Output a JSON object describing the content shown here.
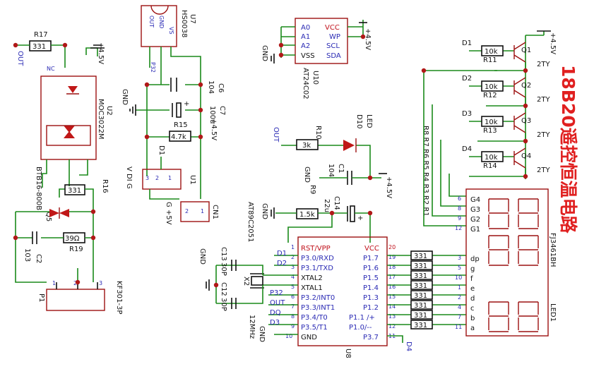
{
  "title": "18B20遥控恒温电路",
  "supply": "+4.5V",
  "gnd": "GND",
  "labels": {
    "R17": "R17",
    "R17_val": "331",
    "OUT": "OUT",
    "U2": "U2",
    "U2_part": "MOC3022M",
    "Q5": "Q5",
    "Q5_part": "BTB16-800B",
    "R16": "R16",
    "R16_val": "331",
    "R19": "R19",
    "R19_val": "39Ω",
    "C2": "C2",
    "C2_val": "103",
    "P1": "P1",
    "P1_part": "KF301-3P",
    "U7": "U7",
    "U7_part": "HS0038",
    "U7_p1": "OUT",
    "U7_p2": "GND",
    "U7_p3": "VS",
    "P32": "P32",
    "C6": "C6",
    "C6_val": "104",
    "C7": "C7",
    "C7_val": "100u",
    "R15": "R15",
    "R15_val": "4.7k",
    "U1": "U1",
    "U1_part": "V DI G",
    "D1": "D1",
    "CN1": "CN1",
    "CN1_part": "G +5V",
    "U10": "U10",
    "U10_part": "AT24C02",
    "A0": "A0",
    "A1": "A1",
    "A2": "A2",
    "VSS": "VSS",
    "VCC": "VCC",
    "WP": "WP",
    "SCL": "SCL",
    "SDA": "SDA",
    "D10": "D10",
    "LED": "LED",
    "R10": "R10",
    "R10_val": "3k",
    "C1": "C1",
    "C1_val": "104",
    "R9": "R9",
    "R9_val": "1.5k",
    "C14": "C14",
    "C14_val": "22u",
    "U8_part": "AT89C2051",
    "U8": "U8",
    "RST": "RST/VPP",
    "P30": "P3.0/RXD",
    "P31": "P3.1/TXD",
    "XTAL2": "XTAL2",
    "XTAL1": "XTAL1",
    "P32n": "P3.2/INT0",
    "P33": "P3.3/INT1",
    "P34": "P3.4/T0",
    "P35": "P3.5/T1",
    "GNDp": "GND",
    "VCCp": "VCC",
    "P17": "P1.7",
    "P16": "P1.6",
    "P15": "P1.5",
    "P14": "P1.4",
    "P13": "P1.3",
    "P12": "P1.2",
    "P11": "P1.1 /+",
    "P10": "P1.0/--",
    "P37": "P3.7",
    "D2": "D2",
    "DQ": "DQ",
    "D3": "D3",
    "D4": "D4",
    "C13": "C13",
    "C13_val": "30P",
    "C12": "C12",
    "C12_val": "30P",
    "X2": "X2",
    "X2_val": "12MHz",
    "R11": "R11",
    "R12": "R12",
    "R13": "R13",
    "R14": "R14",
    "R_val": "10k",
    "Q1": "Q1",
    "Q2": "Q2",
    "Q3": "Q3",
    "Q4": "Q4",
    "Q_part": "2TY",
    "Rnet": "R8 R7 R6 R5 R4 R3 R2 R1",
    "Rnet_val": "331",
    "LED1": "LED1",
    "LED1_part": "FJ3461BH",
    "G4": "G4",
    "G3": "G3",
    "G2": "G2",
    "G1": "G1",
    "dp": "dp",
    "g": "g",
    "f": "f",
    "e": "e",
    "d": "d",
    "c": "c",
    "b": "b",
    "a": "a",
    "NC": "NC"
  },
  "colors": {
    "wire": "#1a8a1a",
    "component": "#2a2ab4",
    "device": "#9c1010",
    "title": "#e02020"
  }
}
